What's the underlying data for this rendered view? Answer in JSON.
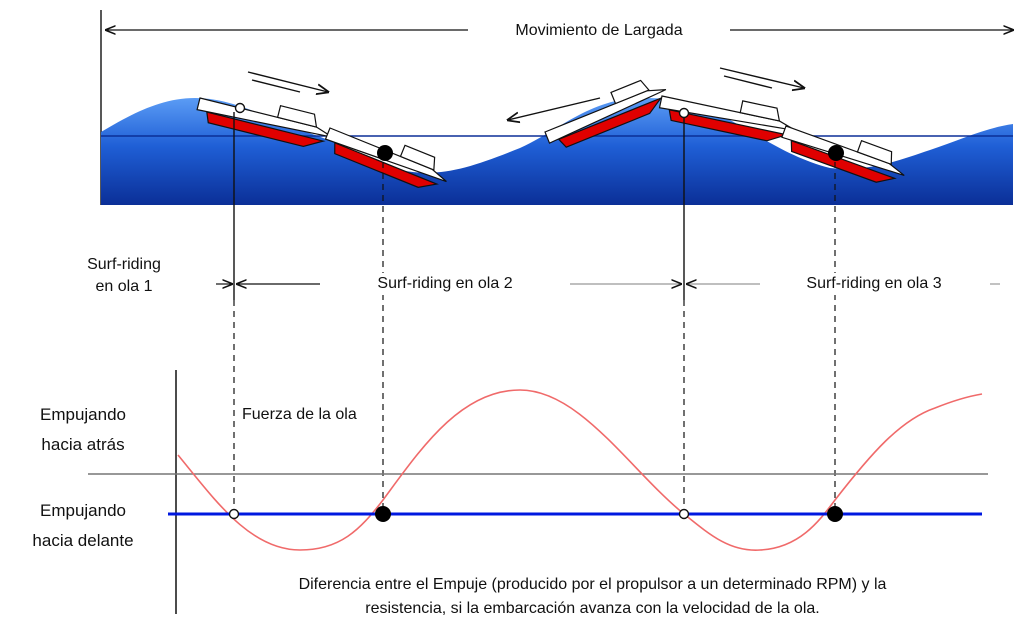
{
  "labels": {
    "movement": "Movimiento de Largada",
    "surf1": "Surf-riding\nen ola 1",
    "surf2": "Surf-riding en ola 2",
    "surf3": "Surf-riding en ola 3",
    "pushing_back": "Empujando\nhacia atrás",
    "pushing_forward": "Empujando\nhacia delante",
    "wave_force": "Fuerza de la ola",
    "caption": "Diferencia entre el Empuje (producido por el propulsor a un determinado RPM) y la\nresistencia, si la embarcación avanza con la velocidad de la ola."
  },
  "colors": {
    "sea_dark": "#0b2f97",
    "sea_mid": "#1f5fd6",
    "sea_light": "#4a8df0",
    "hull_red": "#e00000",
    "force_curve": "#f06a6a",
    "thrust_line": "#0018e0",
    "axis": "#111111"
  }
}
